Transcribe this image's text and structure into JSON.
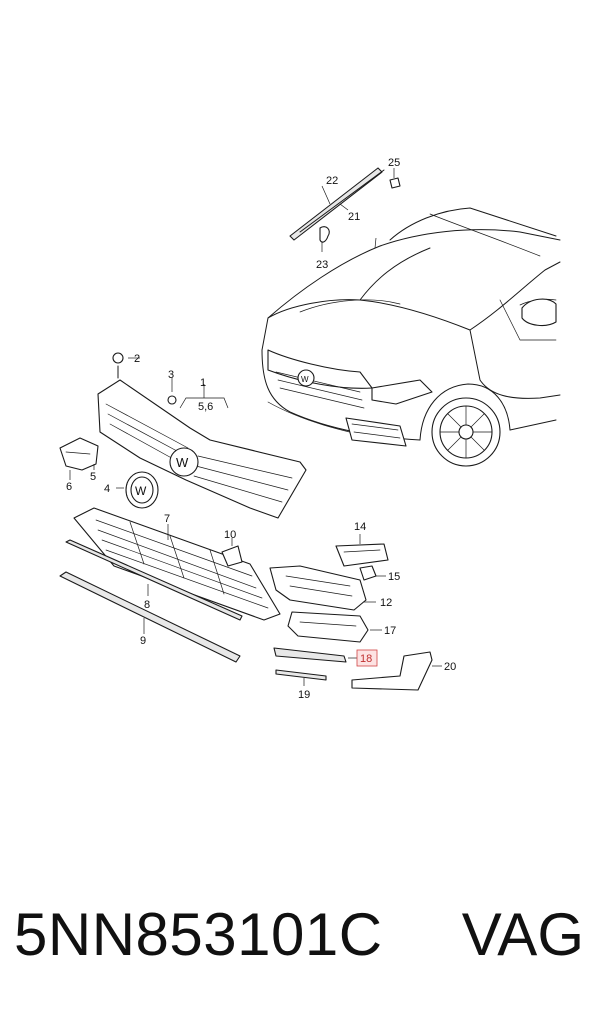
{
  "callouts": {
    "c1": "1",
    "c2": "2",
    "c3": "3",
    "c4": "4",
    "c5": "5",
    "c56": "5,6",
    "c6": "6",
    "c7": "7",
    "c8": "8",
    "c9": "9",
    "c10": "10",
    "c12": "12",
    "c14": "14",
    "c15": "15",
    "c17": "17",
    "c18": "18",
    "c19": "19",
    "c20": "20",
    "c21": "21",
    "c22": "22",
    "c23": "23",
    "c25": "25"
  },
  "highlight_color": "#d04444",
  "footer": {
    "part_number": "5NN853101C",
    "brand": "VAG"
  }
}
